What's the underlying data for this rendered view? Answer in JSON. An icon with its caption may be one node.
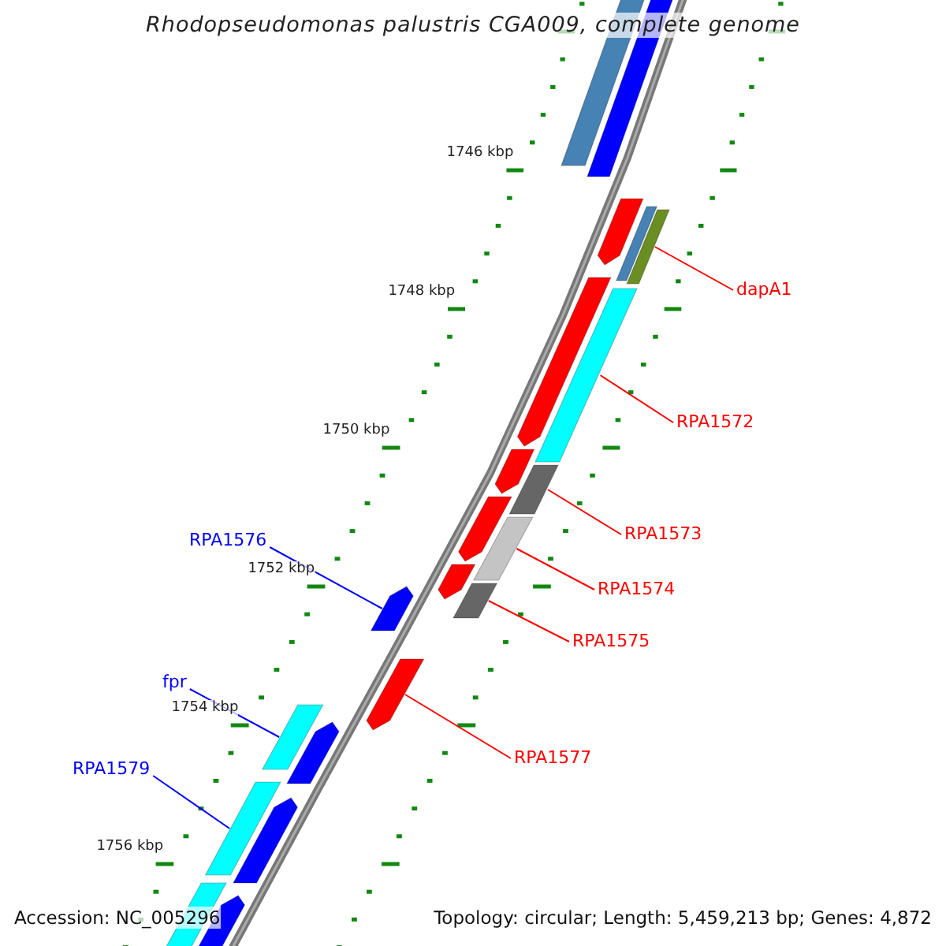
{
  "diagram": {
    "title": "Rhodopseudomonas palustris CGA009, complete genome",
    "nodes": [
      {
        "text": [
          "dapA1"
        ]
      },
      {
        "text": [
          "RPA1572"
        ]
      },
      {
        "text": [
          "RPA1573"
        ]
      },
      {
        "text": [
          "RPA1574"
        ]
      },
      {
        "text": [
          "RPA1575"
        ]
      },
      {
        "text": [
          "RPA1577"
        ]
      },
      {
        "text": [
          "RPA1576"
        ]
      },
      {
        "text": [
          "fpr"
        ]
      },
      {
        "text": [
          "RPA1579"
        ]
      },
      {
        "text": [],
        "shape": "bar"
      },
      {
        "text": [],
        "shape": "bar"
      },
      {
        "text": [],
        "shape": "bar"
      },
      {
        "text": [],
        "shape": "bar"
      },
      {
        "text": [],
        "shape": "bar"
      },
      {
        "text": [],
        "shape": "bar"
      },
      {
        "text": [],
        "shape": "bar"
      },
      {
        "text": [],
        "shape": "bar"
      },
      {
        "text": [],
        "shape": "bar"
      }
    ],
    "edges": [
      {
        "from": 0,
        "to": 9,
        "arrow": "none"
      },
      {
        "from": 1,
        "to": 10,
        "arrow": "none"
      },
      {
        "from": 2,
        "to": 11,
        "arrow": "none"
      },
      {
        "from": 3,
        "to": 12,
        "arrow": "none"
      },
      {
        "from": 4,
        "to": 13,
        "arrow": "none"
      },
      {
        "from": 5,
        "to": 15,
        "arrow": "none"
      },
      {
        "from": 6,
        "to": 14,
        "arrow": "none",
        "color": "#0000ff"
      },
      {
        "from": 7,
        "to": 16,
        "arrow": "none",
        "color": "#0000ff"
      },
      {
        "from": 8,
        "to": 17,
        "arrow": "none",
        "color": "#0000ff"
      }
    ],
    "labels": [
      "1746 kbp",
      "1748 kbp",
      "1750 kbp",
      "1752 kbp",
      "1754 kbp",
      "1756 kbp",
      "Accession: NC_005296",
      "Topology: circular; Length: 5,459,213 bp; Genes: 4,872"
    ]
  }
}
